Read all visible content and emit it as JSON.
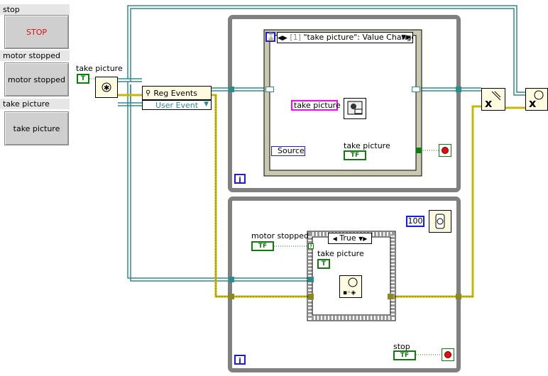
{
  "front_panel": {
    "stop": {
      "label": "stop",
      "button_text": "STOP"
    },
    "motor_stopped": {
      "label": "motor stopped",
      "button_text": "motor stopped"
    },
    "take_picture": {
      "label": "take picture",
      "button_text": "take picture"
    }
  },
  "diagram": {
    "take_picture_ref_label": "take picture",
    "reg_events_label": "Reg Events",
    "user_event_label": "User Event",
    "event_case_index": "[1]",
    "event_case_selector": "\"take picture\": Value Change",
    "take_picture_pink_label": "take picture",
    "source_label": "Source",
    "take_picture_bool_label": "take picture",
    "bool_const": "TF",
    "motor_stopped_label": "motor stopped",
    "true_case_label": "True",
    "take_picture_inner_label": "take picture",
    "wait_ms_value": "100",
    "stop_label": "stop",
    "loop_iteration": "i"
  },
  "colors": {
    "event_wire": "#2e8b8b",
    "error_wire": "#c8b800",
    "boolean": "#0f7c10",
    "loop_frame": "#808080",
    "case_selector_blue": "#1a1ae0",
    "pink_wire": "#ff00ff"
  },
  "icons": [
    "user-event-icon",
    "reg-events-icon",
    "destroy-user-event-icon",
    "unregister-events-icon",
    "generate-user-event-icon",
    "wait-ms-icon",
    "property-node-icon",
    "stop-terminal-icon",
    "timeout-hourglass-icon"
  ]
}
